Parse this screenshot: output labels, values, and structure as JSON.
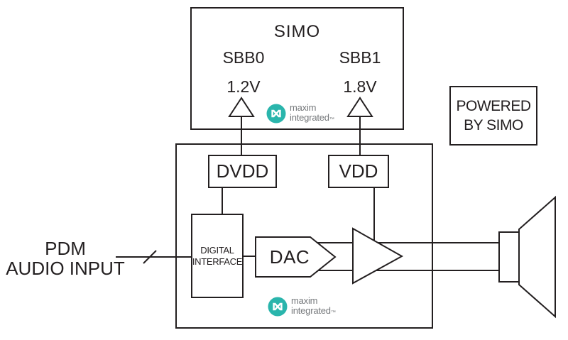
{
  "colors": {
    "line": "#231f20",
    "text": "#231f20",
    "logo_teal": "#2ab5ac",
    "logo_gray": "#75787b",
    "background": "#ffffff"
  },
  "simo": {
    "title": "SIMO",
    "outputs": [
      {
        "name": "SBB0",
        "voltage": "1.2V"
      },
      {
        "name": "SBB1",
        "voltage": "1.8V"
      }
    ]
  },
  "powered_badge": {
    "line1": "POWERED",
    "line2": "BY SIMO"
  },
  "codec": {
    "dvdd_label": "DVDD",
    "vdd_label": "VDD",
    "digital_interface": {
      "line1": "DIGITAL",
      "line2": "INTERFACE"
    },
    "dac_label": "DAC"
  },
  "input": {
    "line1": "PDM",
    "line2": "AUDIO INPUT"
  },
  "logo": {
    "line1": "maxim",
    "line2": "integrated",
    "tm": "™"
  }
}
